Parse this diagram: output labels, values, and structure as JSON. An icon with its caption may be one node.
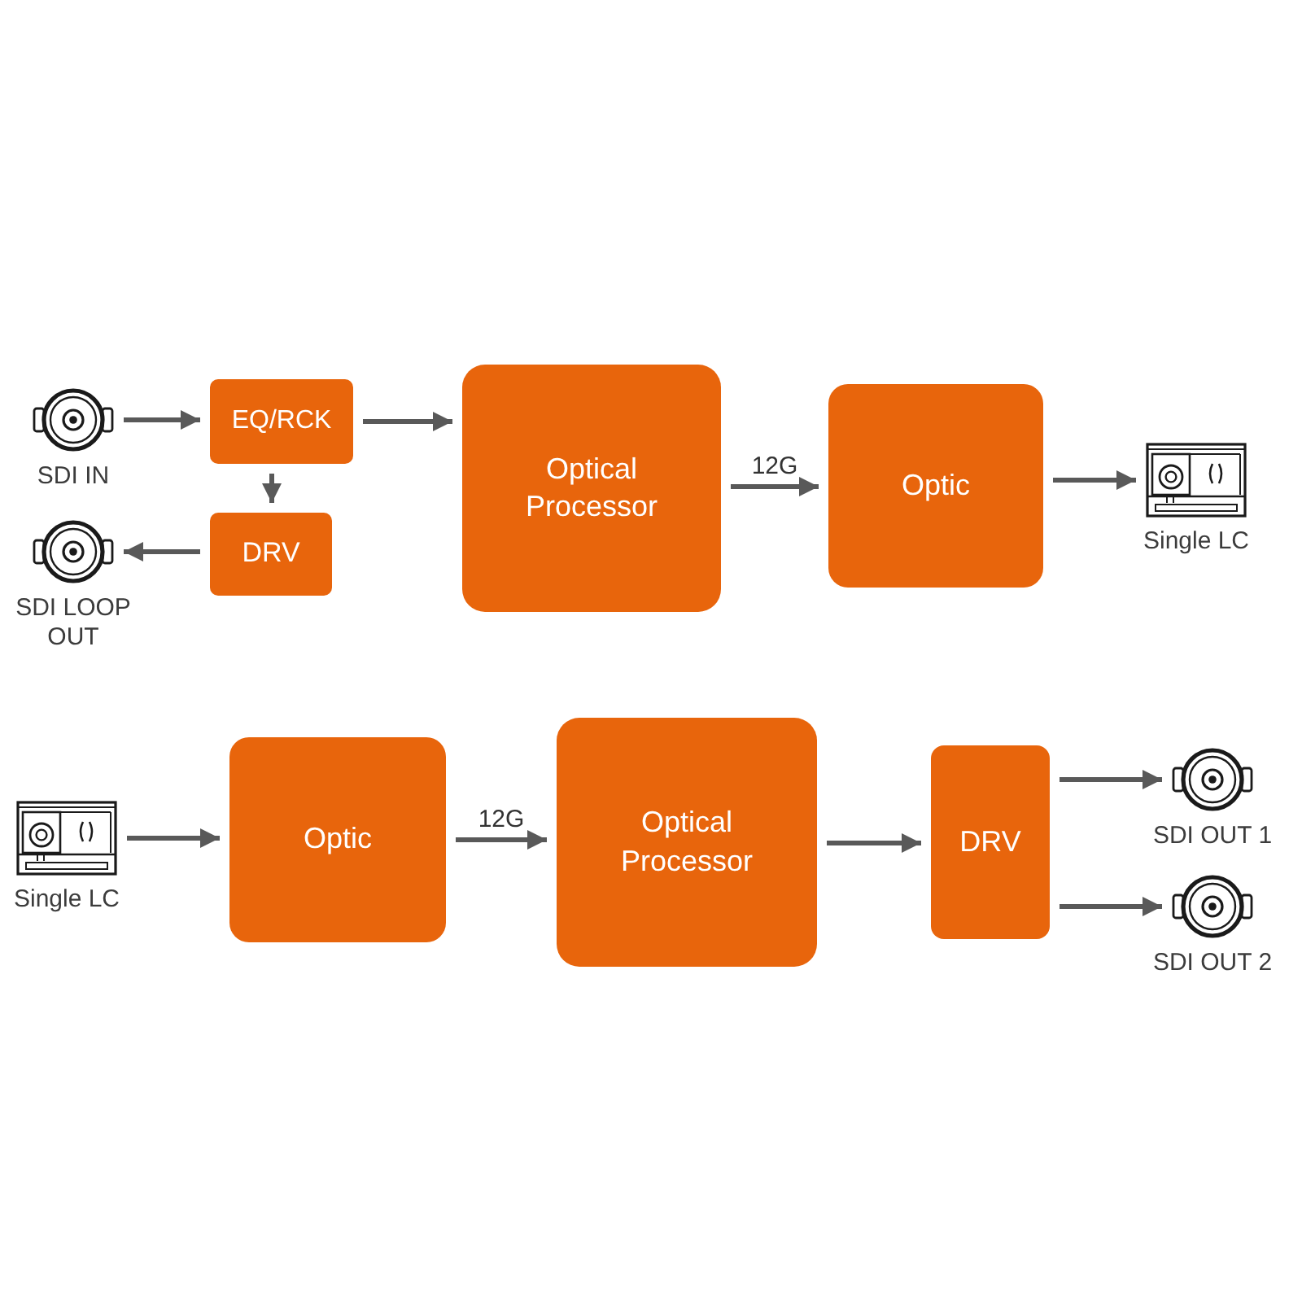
{
  "diagram": {
    "nodes": [
      {
        "text": [],
        "shape": "picture",
        "beside": [
          "SDI IN"
        ]
      },
      {
        "text": [
          "EQ/RCK"
        ]
      },
      {
        "text": [
          "DRV"
        ]
      },
      {
        "text": [],
        "shape": "picture",
        "beside": [
          "SDI LOOP OUT"
        ]
      },
      {
        "text": [
          "Optical Processor"
        ]
      },
      {
        "text": [
          "Optic"
        ]
      },
      {
        "text": [],
        "shape": "picture",
        "beside": [
          "Single LC"
        ]
      },
      {
        "text": [],
        "shape": "picture",
        "beside": [
          "Single LC"
        ]
      },
      {
        "text": [
          "Optic"
        ]
      },
      {
        "text": [
          "Optical Processor"
        ]
      },
      {
        "text": [
          "DRV"
        ]
      },
      {
        "text": [],
        "shape": "picture",
        "beside": [
          "SDI OUT 1"
        ]
      },
      {
        "text": [],
        "shape": "picture",
        "beside": [
          "SDI OUT 2"
        ]
      }
    ],
    "edges": [
      {
        "from": 0,
        "to": 1,
        "arrow": "to"
      },
      {
        "from": 1,
        "to": 2,
        "arrow": "to"
      },
      {
        "from": 2,
        "to": 3,
        "arrow": "to"
      },
      {
        "from": 1,
        "to": 4,
        "arrow": "to"
      },
      {
        "from": 4,
        "to": 5,
        "arrow": "to",
        "label": "12G"
      },
      {
        "from": 5,
        "to": 6,
        "arrow": "to"
      },
      {
        "from": 7,
        "to": 8,
        "arrow": "to"
      },
      {
        "from": 8,
        "to": 9,
        "arrow": "to",
        "label": "12G"
      },
      {
        "from": 9,
        "to": 10,
        "arrow": "to"
      },
      {
        "from": 10,
        "to": 11,
        "arrow": "to"
      },
      {
        "from": 10,
        "to": 12,
        "arrow": "to"
      }
    ]
  }
}
